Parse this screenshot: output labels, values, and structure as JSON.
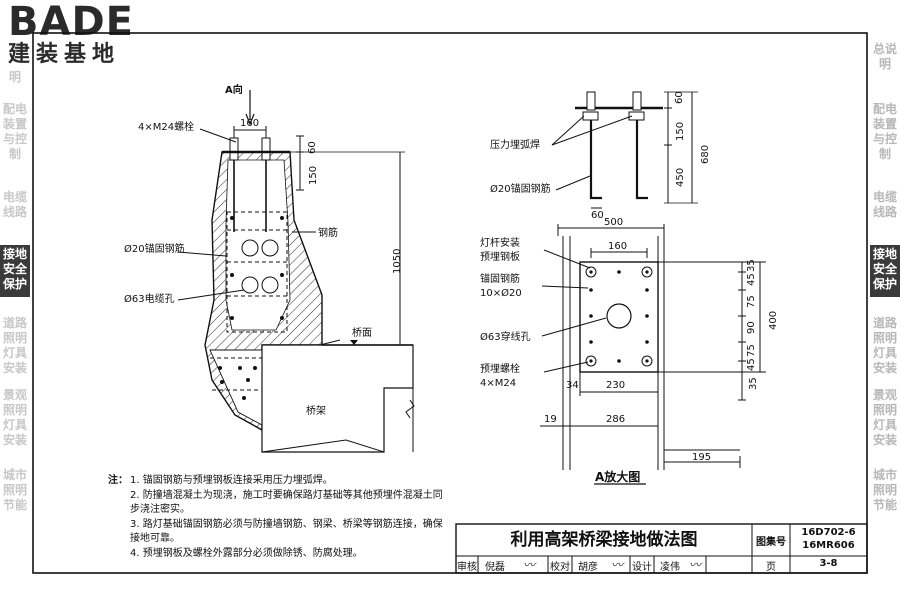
{
  "brand": {
    "logo": "BADE",
    "subtitle": "建装基地"
  },
  "side_nav": [
    {
      "label": "总说明",
      "active": false
    },
    {
      "label": "配电装置与控制",
      "active": false
    },
    {
      "label": "电缆线路",
      "active": false
    },
    {
      "label": "接地安全保护",
      "active": true
    },
    {
      "label": "道路照明灯具安装",
      "active": false
    },
    {
      "label": "景观照明灯具安装",
      "active": false
    },
    {
      "label": "城市照明节能",
      "active": false
    }
  ],
  "left_strip": [
    {
      "label": "明",
      "active": false
    },
    {
      "label": "配电装置与控制",
      "active": false
    },
    {
      "label": "电缆线路",
      "active": false
    },
    {
      "label": "接地安全保护",
      "active": true
    },
    {
      "label": "道路照明灯具安装",
      "active": false
    },
    {
      "label": "景观照明灯具安装",
      "active": false
    },
    {
      "label": "城市照明节能",
      "active": false
    }
  ],
  "left_drawing": {
    "direction_label": "A向",
    "bolts_label": "4×M24螺栓",
    "dim_top": "160",
    "dim_60": "60",
    "dim_150": "150",
    "dim_1050": "1050",
    "rebar_label": "钢筋",
    "anchor_label": "Ø20锚固钢筋",
    "cable_hole_label": "Ø63电缆孔",
    "deck_label": "桥面",
    "beam_label": "桥架"
  },
  "right_top_drawing": {
    "weld_label": "压力埋弧焊",
    "anchor_label": "Ø20锚固钢筋",
    "dim_60": "60",
    "dim_150": "150",
    "dim_450": "450",
    "dim_680": "680",
    "dim_bottom_60": "60"
  },
  "right_bottom_drawing": {
    "dim_500": "500",
    "dim_160": "160",
    "dim_230": "230",
    "dim_286": "286",
    "dim_195": "195",
    "dim_34": "34",
    "dim_19": "19",
    "dim_400": "400",
    "right_dims": [
      "35",
      "45",
      "75",
      "90",
      "75",
      "45",
      "35"
    ],
    "paren_35": "(35)",
    "lamp_label_1": "灯杆安装",
    "lamp_label_2": "预埋钢板",
    "anchor_label_1": "锚固钢筋",
    "anchor_label_2": "10×Ø20",
    "hole_label": "Ø63穿线孔",
    "bolt_label_1": "预埋螺栓",
    "bolt_label_2": "4×M24",
    "caption": "A放大图"
  },
  "notes": {
    "title": "注：",
    "items": [
      {
        "n": "1.",
        "text": "锚固钢筋与预埋钢板连接采用压力埋弧焊。"
      },
      {
        "n": "2.",
        "text": "防撞墙混凝土为现浇，施工时要确保路灯基础等其他预埋件混凝土同步浇注密实。"
      },
      {
        "n": "3.",
        "text": "路灯基础锚固钢筋必须与防撞墙钢筋、钢梁、桥梁等钢筋连接，确保接地可靠。"
      },
      {
        "n": "4.",
        "text": "预埋钢板及螺栓外露部分必须做除锈、防腐处理。"
      }
    ]
  },
  "title_block": {
    "title": "利用高架桥梁接地做法图",
    "atlas_label": "图集号",
    "atlas_no_1": "16D702-6",
    "atlas_no_2": "16MR606",
    "review_label": "审核",
    "reviewer": "倪磊",
    "proof_label": "校对",
    "proofer": "胡彦",
    "design_label": "设计",
    "designer": "凌伟",
    "page_label": "页",
    "page_no": "3-8"
  },
  "colors": {
    "line": "#111111",
    "nav_active": "#3a3a3a",
    "nav_text": "#b8b8b8",
    "logo": "#2b2b2b"
  }
}
